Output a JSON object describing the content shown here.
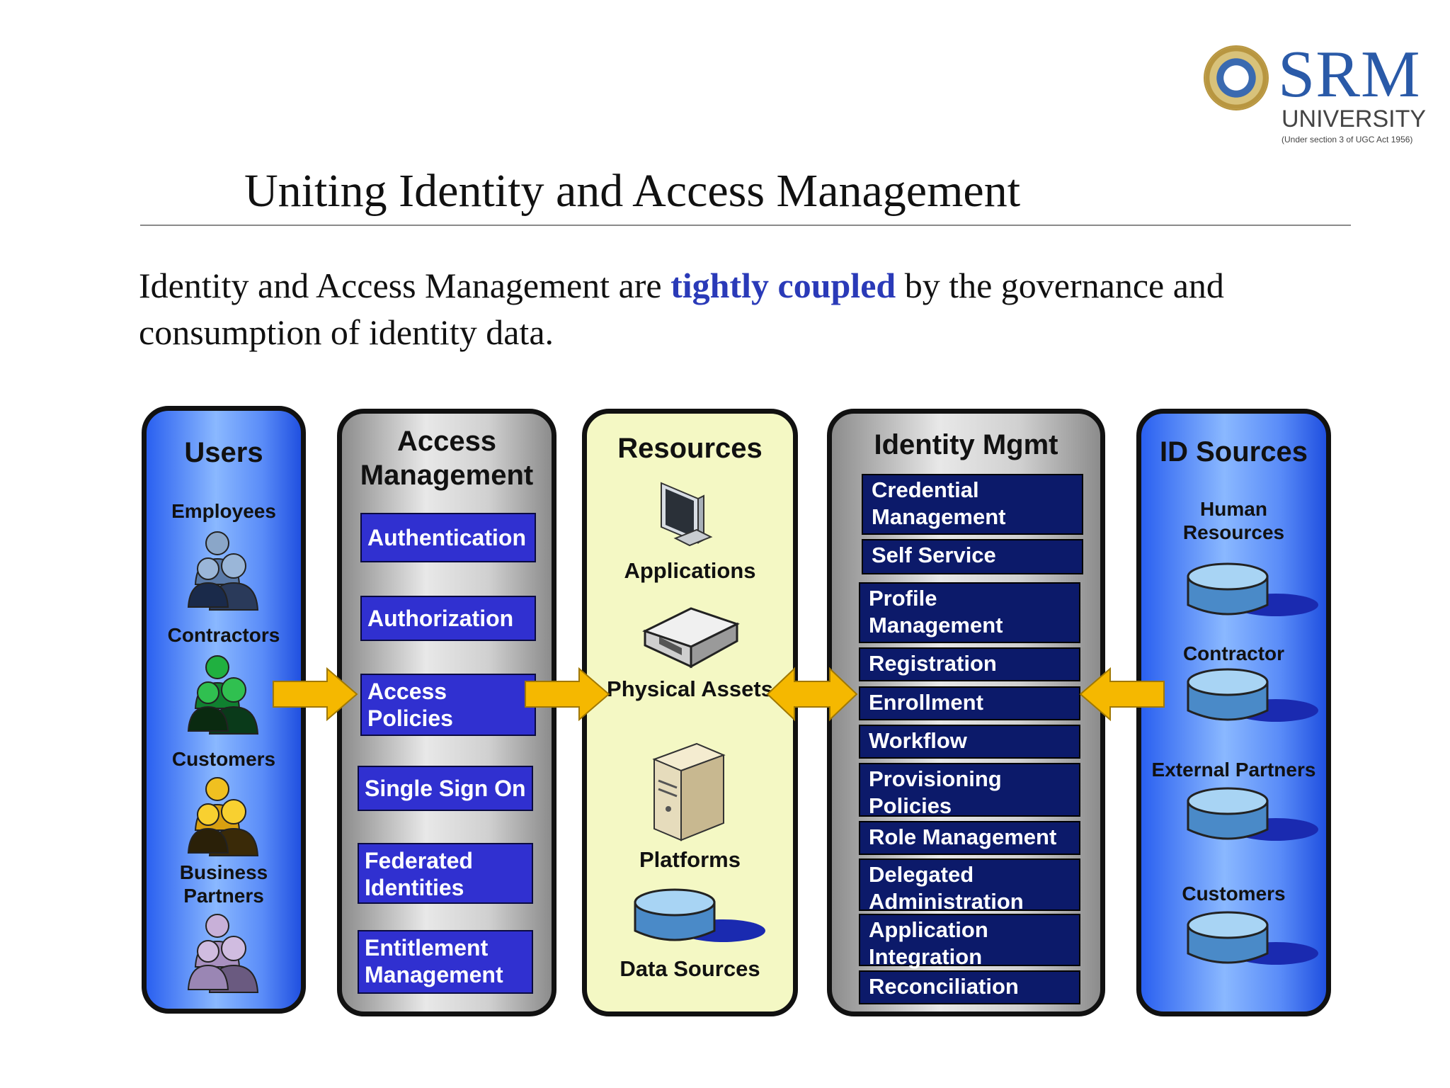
{
  "logo": {
    "name": "SRM",
    "subtitle": "UNIVERSITY",
    "note": "(Under section 3 of UGC Act 1956)"
  },
  "title": "Uniting Identity and Access Management",
  "intro": {
    "before": "Identity and Access Management are ",
    "highlight": "tightly coupled",
    "after": " by  the governance and consumption of identity data."
  },
  "users": {
    "heading": "Users",
    "items": [
      "Employees",
      "Contractors",
      "Customers",
      "Business Partners"
    ]
  },
  "access": {
    "heading": "Access Management",
    "items": [
      "Authentication",
      "Authorization",
      "Access Policies",
      "Single Sign On",
      "Federated Identities",
      "Entitlement Management"
    ]
  },
  "resources": {
    "heading": "Resources",
    "items": [
      "Applications",
      "Physical Assets",
      "Platforms",
      "Data Sources"
    ]
  },
  "identity": {
    "heading": "Identity Mgmt",
    "items": [
      "Credential Management",
      "Self Service",
      "Profile Management",
      "Registration",
      "Enrollment",
      "Workflow",
      "Provisioning Policies",
      "Role Management",
      "Delegated Administration",
      "Application Integration",
      "Reconciliation"
    ]
  },
  "sources": {
    "heading": "ID Sources",
    "items": [
      "Human Resources",
      "Contractor",
      "External Partners",
      "Customers"
    ]
  },
  "colors": {
    "highlight": "#2a3ab8",
    "function_box": "#3030d0",
    "identity_box": "#0c1a6a",
    "arrow": "#f5b800",
    "resources_bg": "#f4f8c4"
  }
}
